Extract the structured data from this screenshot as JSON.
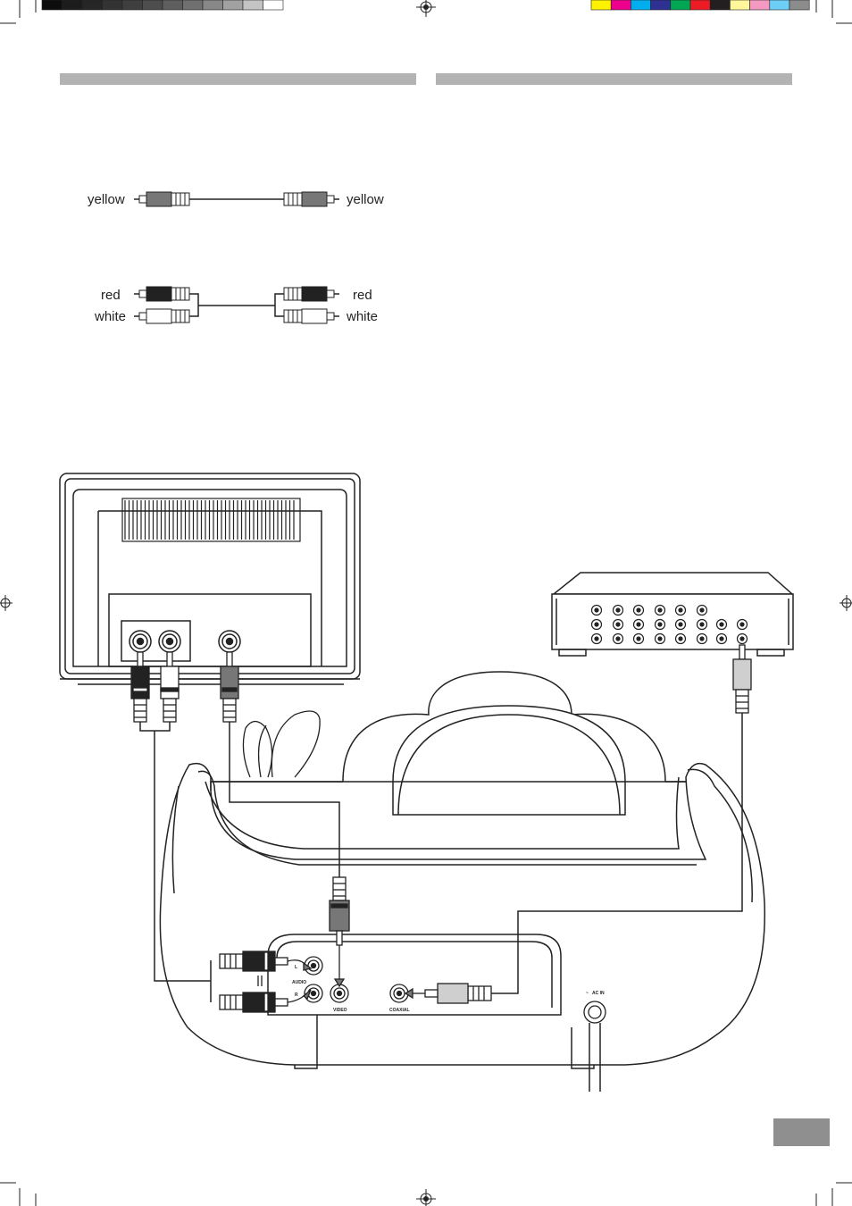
{
  "colors": {
    "header_bar": "#b3b3b3",
    "page_tab": "#8f8f8f",
    "line": "#222222",
    "plug_dark": "#222222",
    "plug_grey": "#777777",
    "plug_light": "#cfcfcf"
  },
  "registration": {
    "gray_swatches": [
      "#0d0d0d",
      "#1c1c1c",
      "#262626",
      "#333333",
      "#3f3f3f",
      "#4d4d4d",
      "#5e5e5e",
      "#707070",
      "#878787",
      "#a1a1a1",
      "#c4c4c4",
      "#ffffff"
    ],
    "color_swatches": [
      "#fff200",
      "#ec008c",
      "#00aeef",
      "#2e3192",
      "#00a651",
      "#ed1c24",
      "#231f20",
      "#fff799",
      "#f49ac2",
      "#6dcff6",
      "#8c8c8c"
    ]
  },
  "legend": {
    "video_cable": {
      "left_label": "yellow",
      "right_label": "yellow"
    },
    "audio_cable": {
      "left_top_label": "red",
      "left_bottom_label": "white",
      "right_top_label": "red",
      "right_bottom_label": "white"
    }
  },
  "player_panel": {
    "audio_label": "AUDIO",
    "left_jack_label": "L",
    "right_jack_label": "R",
    "video_label": "VIDEO",
    "coaxial_label": "COAXIAL",
    "ac_in_label": "AC IN",
    "ac_symbol": "~"
  },
  "icons": {
    "registration_mark": "crosshair-icon",
    "ac_power": "ac-wave-icon"
  }
}
